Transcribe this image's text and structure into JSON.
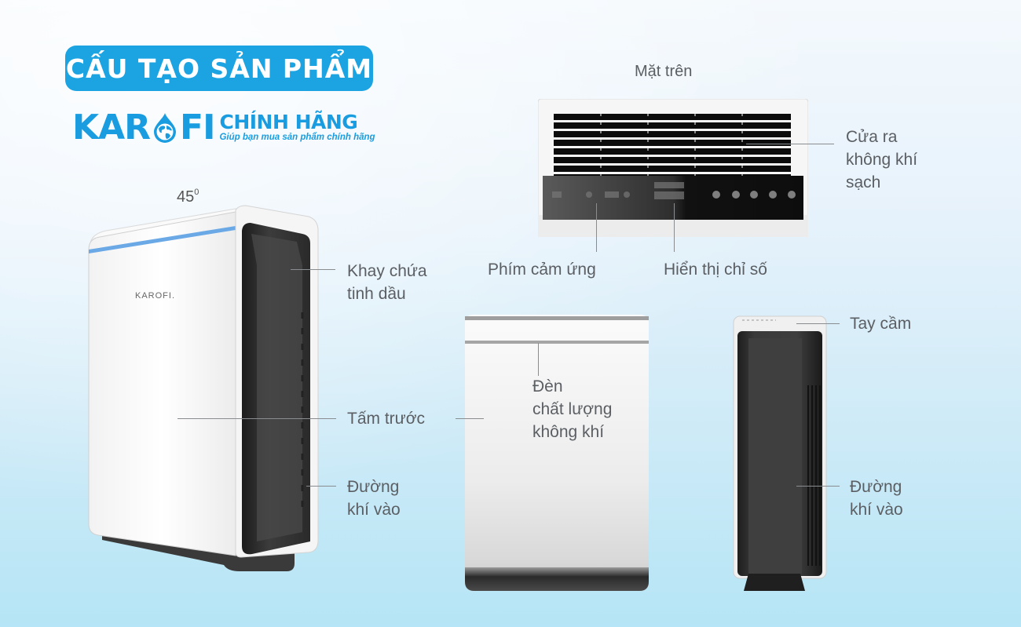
{
  "header": {
    "title": "CẤU TẠO SẢN PHẨM",
    "brand": {
      "name_left": "KAR",
      "name_right": "FI",
      "tag": "CHÍNH HÃNG",
      "slogan": "Giúp bạn mua sản phẩm chính hãng",
      "color": "#1a9de0"
    },
    "title_bg": "#1ca4e2"
  },
  "views": {
    "angled": {
      "angle_value": "45",
      "angle_unit": "0",
      "logo_text": "KAROFI.",
      "labels": {
        "oil_tray": [
          "Khay chứa",
          "tinh dầu"
        ],
        "front_panel": "Tấm trước",
        "air_inlet": [
          "Đường",
          "khí vào"
        ]
      }
    },
    "top": {
      "caption": "Mặt trên",
      "labels": {
        "air_outlet": [
          "Cửa ra",
          "không khí",
          "sạch"
        ],
        "touch_keys": "Phím cảm ứng",
        "display": "Hiển thị chỉ số"
      }
    },
    "front": {
      "labels": {
        "quality_light": [
          "Đèn",
          "chất lượng",
          "không khí"
        ]
      }
    },
    "side": {
      "labels": {
        "handle": "Tay cầm",
        "air_inlet": [
          "Đường",
          "khí vào"
        ]
      }
    }
  }
}
